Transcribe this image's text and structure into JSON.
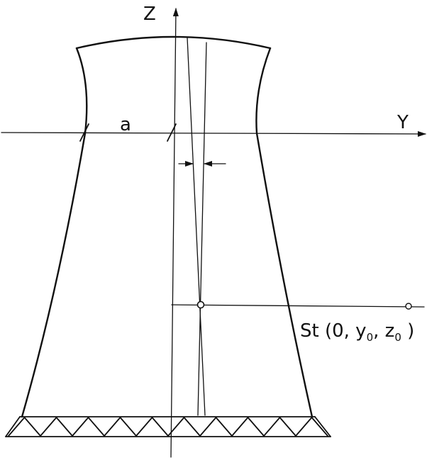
{
  "labels": {
    "z_axis": "Z",
    "y_axis": "Y",
    "dim_a": "a",
    "station_prefix": "St (0, y",
    "station_sub1": "0",
    "station_mid": ", z",
    "station_sub2": "0",
    "station_suffix": " )"
  },
  "colors": {
    "ink": "#111111",
    "paper": "#ffffff"
  }
}
